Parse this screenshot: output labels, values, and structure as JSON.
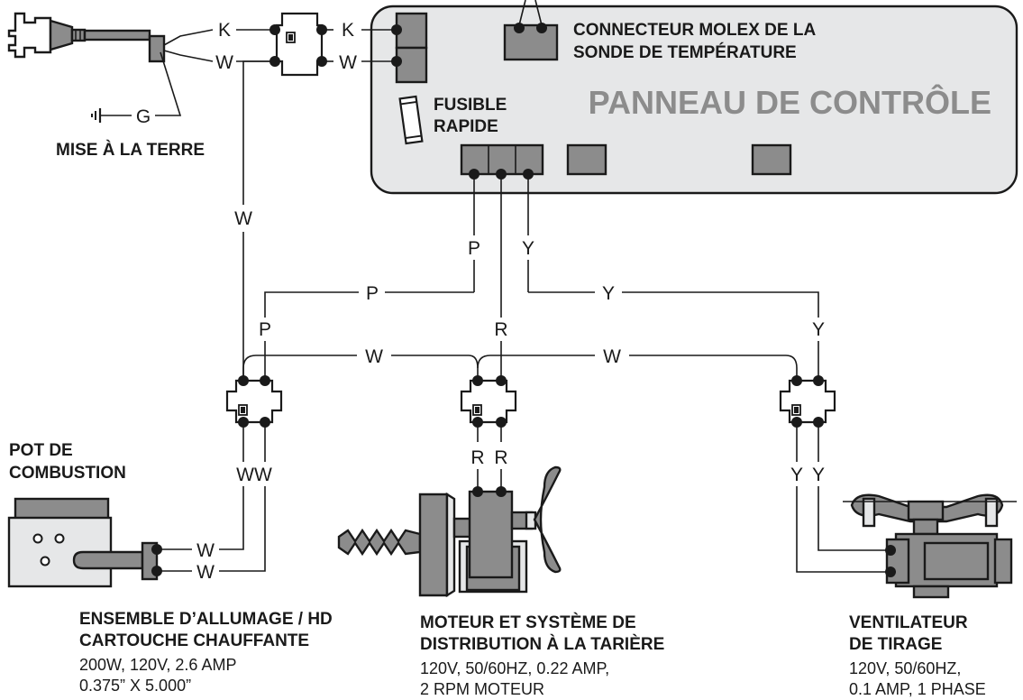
{
  "colors": {
    "panel_fill": "#e6e7e8",
    "component_fill": "#8c8c8c",
    "line": "#1a1a1a",
    "panel_title": "#8c8c8c"
  },
  "panel": {
    "title": "PANNEAU DE CONTRÔLE",
    "molex_label_line1": "CONNECTEUR MOLEX DE LA",
    "molex_label_line2": "SONDE DE TEMPÉRATURE",
    "fuse_label_line1": "FUSIBLE",
    "fuse_label_line2": "RAPIDE"
  },
  "power": {
    "ground_label": "MISE À LA TERRE"
  },
  "wire_labels": {
    "k1": "K",
    "k2": "K",
    "w_plug": "W",
    "w_panel": "W",
    "g": "G",
    "w_vertical": "W",
    "p_panel": "P",
    "y_panel": "Y",
    "p_horizontal": "P",
    "y_horizontal": "Y",
    "p_left": "P",
    "r_center": "R",
    "y_right": "Y",
    "w_left_bus": "W",
    "w_right_bus": "W",
    "ww_left": "WW",
    "r_left": "R",
    "r_right": "R",
    "y_fan_left": "Y",
    "y_fan_right": "Y",
    "w_igniter_top": "W",
    "w_igniter_bottom": "W"
  },
  "components": {
    "fire_pot": {
      "line1": "POT DE",
      "line2": "COMBUSTION"
    },
    "igniter": {
      "title_line1": "ENSEMBLE D’ALLUMAGE / HD",
      "title_line2": "CARTOUCHE CHAUFFANTE",
      "spec_line1": "200W, 120V, 2.6 AMP",
      "spec_line2": "0.375” X 5.000”"
    },
    "auger": {
      "title_line1": "MOTEUR ET SYSTÈME DE",
      "title_line2": "DISTRIBUTION  À LA TARIÈRE",
      "spec_line1": "120V, 50/60HZ, 0.22 AMP,",
      "spec_line2": "2 RPM MOTEUR"
    },
    "fan": {
      "title_line1": "VENTILATEUR",
      "title_line2": "DE TIRAGE",
      "spec_line1": "120V, 50/60HZ,",
      "spec_line2": "0.1 AMP, 1 PHASE"
    }
  }
}
